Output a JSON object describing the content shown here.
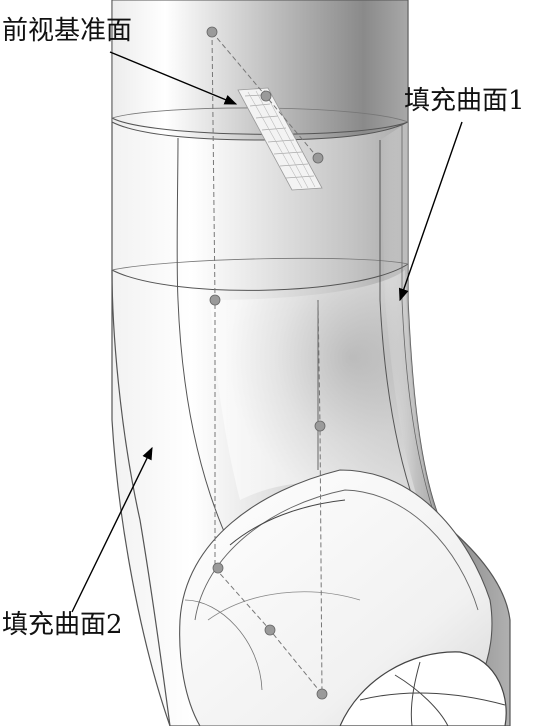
{
  "annotations": {
    "front_plane": "前视基准面",
    "fill_surface_1": "填充曲面1",
    "fill_surface_2": "填充曲面2"
  },
  "colors": {
    "surface_light": "#ffffff",
    "surface_shade": "#9a9a9a",
    "edge": "#555555",
    "arrow": "#000000",
    "control_point": "#8c8c8c"
  }
}
